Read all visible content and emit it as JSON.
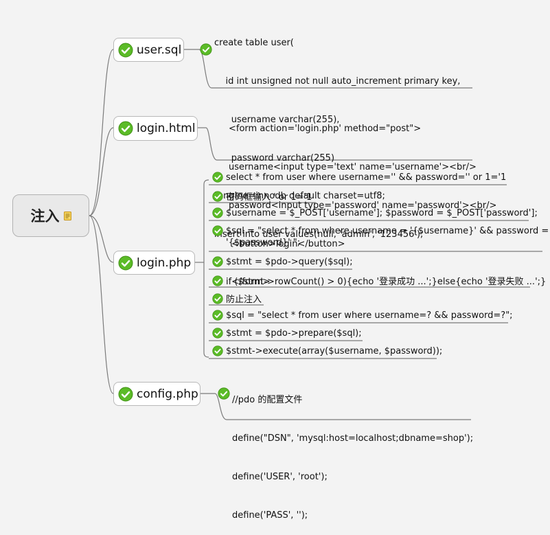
{
  "colors": {
    "background": "#f3f3f3",
    "line": "#7a7a7a",
    "check_fill": "#5bbb27",
    "check_stroke": "#3f8f14",
    "note_icon": "#e3b322"
  },
  "root": {
    "label": "注入",
    "icon": "note-icon"
  },
  "topics": [
    {
      "label": "user.sql",
      "icon": "check-icon",
      "notes": [
        "create table user(",
        "    id int unsigned not null auto_increment primary key,",
        "      username varchar(255),",
        "      password varchar(255)",
        ")engine=innodb default charset=utf8;",
        "insert into user values(null, 'admin', '123456');"
      ]
    },
    {
      "label": "login.html",
      "icon": "check-icon",
      "notes": [
        "<form action='login.php' method=\"post\">",
        "username<input type='text' name='username'><br/>",
        "password<input type='password' name='password'><br/>",
        " <button>login</button>",
        " </form>"
      ]
    },
    {
      "label": "login.php",
      "icon": "check-icon",
      "items": [
        "select * from user where username='' && password='' or 1='1",
        "密码框输入 ' or 1='1",
        "$username = $_POST['username']; $password = $_POST['password'];",
        "$sql = \"select * from where username = '{$username}' && password =",
        "'{$password}' \";",
        "$stmt = $pdo->query($sql);",
        "if ($stmt->rowCount() > 0){echo '登录成功 ...';}else{echo '登录失败 ...';}",
        "防止注入",
        "$sql = \"select * from user where username=? && password=?\";",
        "$stmt = $pdo->prepare($sql);",
        "$stmt->execute(array($username, $password));"
      ]
    },
    {
      "label": "config.php",
      "icon": "check-icon",
      "notes": [
        "//pdo 的配置文件",
        "define(\"DSN\", 'mysql:host=localhost;dbname=shop');",
        "define('USER', 'root');",
        "define('PASS', '');"
      ]
    }
  ]
}
